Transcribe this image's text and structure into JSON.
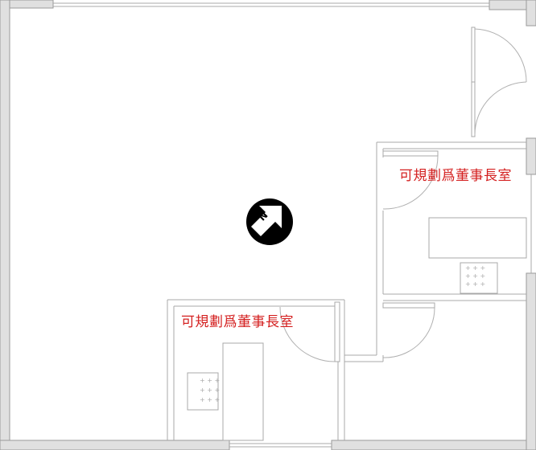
{
  "rooms": [
    {
      "label": "可規劃爲董事長室"
    },
    {
      "label": "可規劃爲董事長室"
    }
  ],
  "compass": {
    "label": "N",
    "icon": "north-arrow-icon"
  },
  "colors": {
    "label": "#d42020",
    "wall": "#e0e0e0"
  }
}
